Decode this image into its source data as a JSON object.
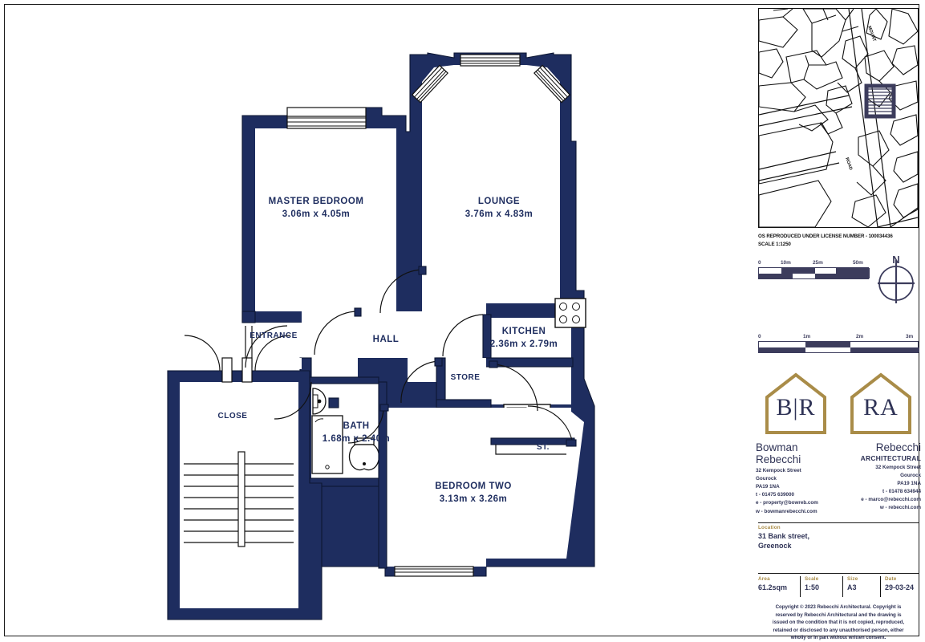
{
  "document": {
    "type": "architectural-floor-plan",
    "sheet_size": "A3"
  },
  "plan": {
    "rooms": [
      {
        "key": "master_bedroom",
        "name": "MASTER BEDROOM",
        "dimensions": "3.06m x 4.05m"
      },
      {
        "key": "lounge",
        "name": "LOUNGE",
        "dimensions": "3.76m x 4.83m"
      },
      {
        "key": "kitchen",
        "name": "KITCHEN",
        "dimensions": "2.36m x 2.79m"
      },
      {
        "key": "bath",
        "name": "BATH",
        "dimensions": "1.68m x 2.40m"
      },
      {
        "key": "bedroom_two",
        "name": "BEDROOM TWO",
        "dimensions": "3.13m x 3.26m"
      },
      {
        "key": "hall",
        "name": "HALL",
        "dimensions": ""
      },
      {
        "key": "entrance",
        "name": "ENTRANCE",
        "dimensions": ""
      },
      {
        "key": "store",
        "name": "STORE",
        "dimensions": ""
      },
      {
        "key": "close",
        "name": "CLOSE",
        "dimensions": ""
      },
      {
        "key": "st",
        "name": "ST.",
        "dimensions": ""
      }
    ],
    "wall_color": "#1e2d5f",
    "text_color": "#1e2d5f"
  },
  "panel": {
    "os_map": {
      "note_line1": "OS REPRODUCED UNDER LICENSE NUMBER - 100034436",
      "note_line2": "SCALE 1:1250",
      "street_labels": [
        "ROAD",
        "MOUNT"
      ]
    },
    "scalebar_site": {
      "ticks": [
        "0",
        "10m",
        "25m",
        "50m"
      ]
    },
    "scalebar_plan": {
      "ticks": [
        "0",
        "1m",
        "2m",
        "3m"
      ]
    },
    "compass": {
      "label": "N"
    },
    "logo_left": {
      "monogram": "B|R",
      "name_line1": "Bowman",
      "name_line2": "Rebecchi",
      "address1": "32 Kempock Street",
      "address2": "Gourock",
      "address3": "PA19 1NA",
      "tel": "t - 01475 639000",
      "email": "e - property@bowreb.com",
      "web": "w - bowmanrebecchi.com"
    },
    "logo_right": {
      "monogram": "RA",
      "name_line1": "Rebecchi",
      "name_line2": "ARCHITECTURAL",
      "address1": "32 Kempock Street",
      "address2": "Gourock",
      "address3": "PA19 1NA",
      "tel": "t - 01478 634944",
      "email": "e - marco@rebecchi.com",
      "web": "w - rebecchi.com"
    },
    "location": {
      "label": "Location",
      "line1": "31 Bank street,",
      "line2": "Greenock"
    },
    "meta": {
      "area_label": "Area",
      "area_value": "61.2sqm",
      "scale_label": "Scale",
      "scale_value": "1:50",
      "size_label": "Size",
      "size_value": "A3",
      "date_label": "Date",
      "date_value": "29-03-24"
    },
    "copyright": {
      "line1": "Copyright © 2023 Rebecchi Architectural. Copyright is",
      "line2": "reserved by Rebecchi Architectural and the drawing is",
      "line3": "issued on the condition that it is not copied, reproduced,",
      "line4": "retained or disclosed to any unauthorised person, either",
      "line5": "wholly or in part without written consent."
    },
    "accent_gold": "#a98c48",
    "accent_navy": "#2f3356"
  }
}
